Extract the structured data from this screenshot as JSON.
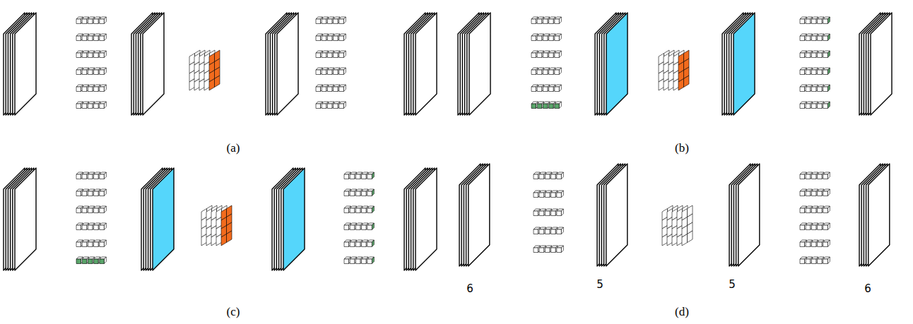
{
  "diagram": {
    "labels": [
      "(a)",
      "(b)",
      "(c)",
      "(d)",
      "6",
      "5",
      "5",
      "6"
    ]
  }
}
